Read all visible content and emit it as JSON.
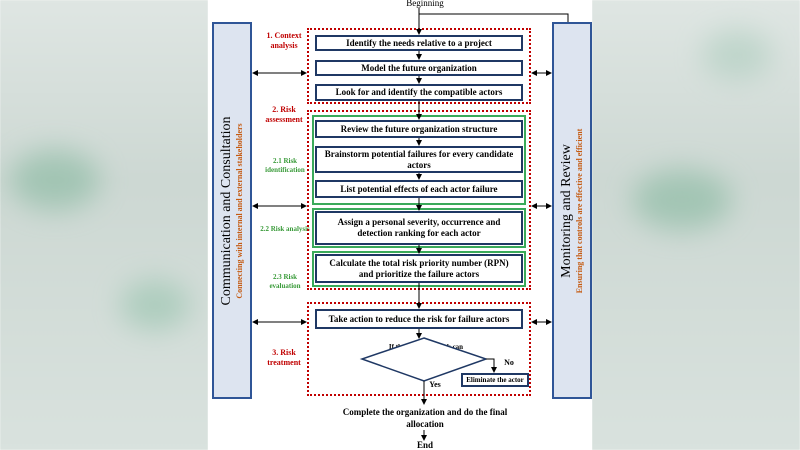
{
  "top_label": "Beginning",
  "left_panel": {
    "title": "Communication and Consultation",
    "subtitle": "Connecting with internal and external stakeholders"
  },
  "right_panel": {
    "title": "Monitoring and Review",
    "subtitle": "Ensuring that controls are effective and efficient"
  },
  "stages": {
    "context": "1. Context analysis",
    "assessment": "2. Risk assessment",
    "identification": "2.1 Risk identification",
    "analysis": "2.2 Risk analysis",
    "evaluation": "2.3 Risk evaluation",
    "treatment": "3. Risk treatment"
  },
  "steps": {
    "s1": "Identify the needs relative to a project",
    "s2": "Model the future organization",
    "s3": "Look for and identify the compatible actors",
    "s4": "Review the future organization structure",
    "s5": "Brainstorm potential failures for every candidate actors",
    "s6": "List potential effects of each actor failure",
    "s7": "Assign a personal severity, occurrence and detection ranking for each actor",
    "s8": "Calculate the total risk priority number (RPN) and prioritize the failure actors",
    "s9": "Take action to reduce the risk for failure actors"
  },
  "decision": {
    "text": "If the remaining risk can be tolerated",
    "no": "No",
    "yes": "Yes",
    "no_action": "Eliminate the actor"
  },
  "final": "Complete the organization and do the final allocation",
  "end_label": "End",
  "colors": {
    "stage_red": "#c00000",
    "sub_green": "#3a9b3a",
    "box_navy": "#1f3864",
    "panel_fill": "#dde4f0",
    "panel_border": "#2f5597",
    "subtitle_orange": "#c55a11"
  }
}
